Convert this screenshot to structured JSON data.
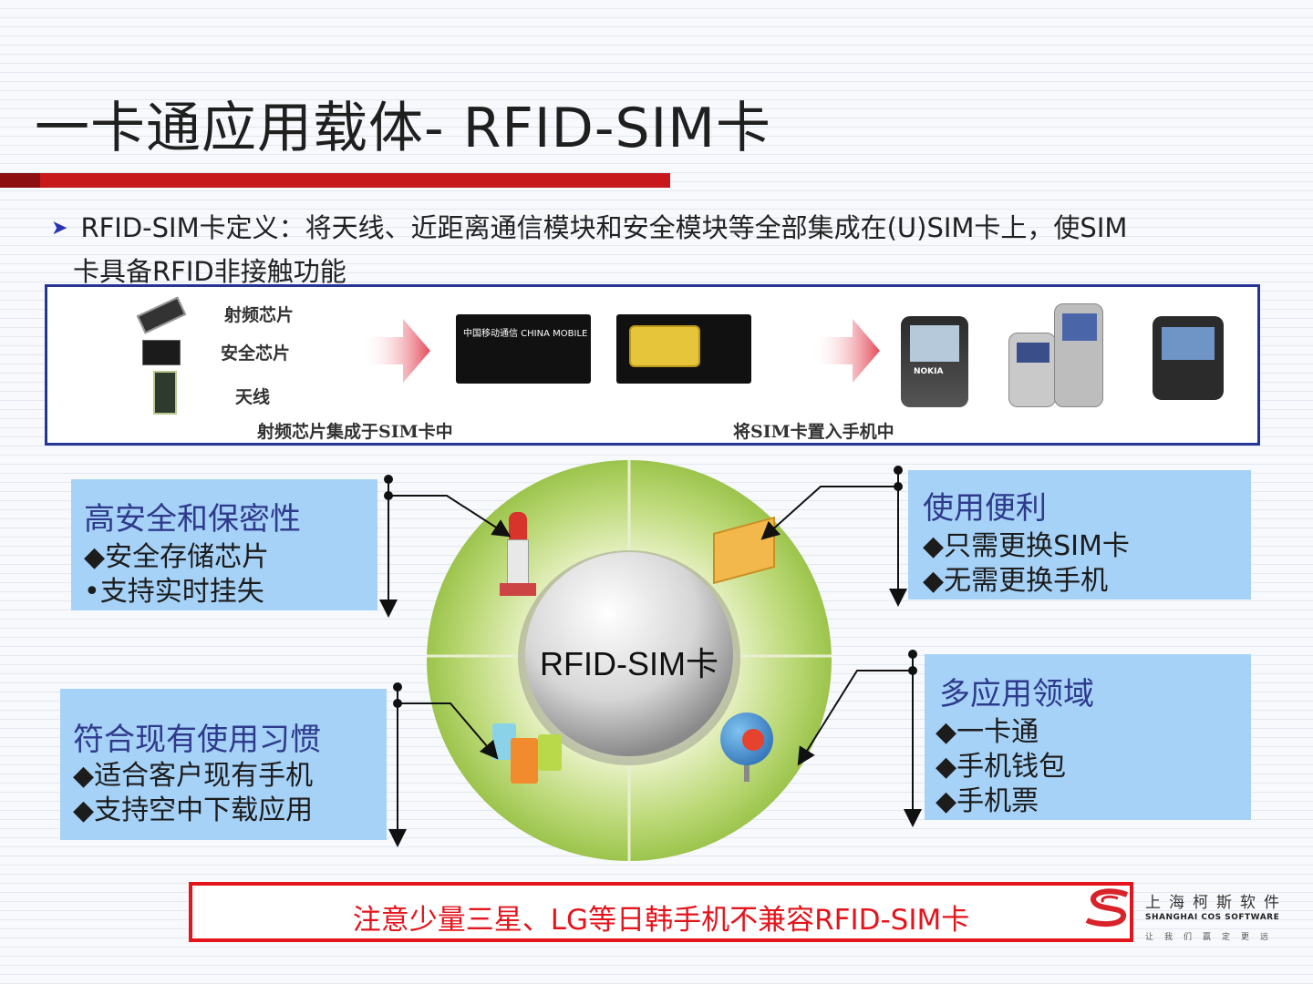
{
  "title": "一卡通应用载体- RFID-SIM卡",
  "bullet": {
    "line1": "RFID-SIM卡定义：将天线、近距离通信模块和安全模块等全部集成在(U)SIM卡上，使SIM",
    "line2": "卡具备RFID非接触功能"
  },
  "diagram": {
    "labels": [
      "射频芯片",
      "安全芯片",
      "天线"
    ],
    "card_brand": "中国移动通信 CHINA MOBILE",
    "phone_brand": "NOKIA",
    "caption_left": "射频芯片集成于SIM卡中",
    "caption_right": "将SIM卡置入手机中"
  },
  "center_label": "RFID-SIM卡",
  "panels": {
    "top_left": {
      "title": "高安全和保密性",
      "items": [
        "◆安全存储芯片",
        "•支持实时挂失"
      ]
    },
    "top_right": {
      "title": "使用便利",
      "items": [
        "◆只需更换SIM卡",
        "◆无需更换手机"
      ]
    },
    "bottom_left": {
      "title": "符合现有使用习惯",
      "items": [
        "◆适合客户现有手机",
        "◆支持空中下载应用"
      ]
    },
    "bottom_right": {
      "title": "多应用领域",
      "items": [
        "◆一卡通",
        "◆手机钱包",
        "◆手机票"
      ]
    }
  },
  "note": "注意少量三星、LG等日韩手机不兼容RFID-SIM卡",
  "company": {
    "name_cn": "上海柯斯软件",
    "name_en": "SHANGHAI COS SOFTWARE",
    "slogan": "让我们赢定更远"
  },
  "colors": {
    "title_bar": "#c7191c",
    "panel": "#a6d2f7",
    "note_red": "#e3141c",
    "box_border": "#253596"
  }
}
